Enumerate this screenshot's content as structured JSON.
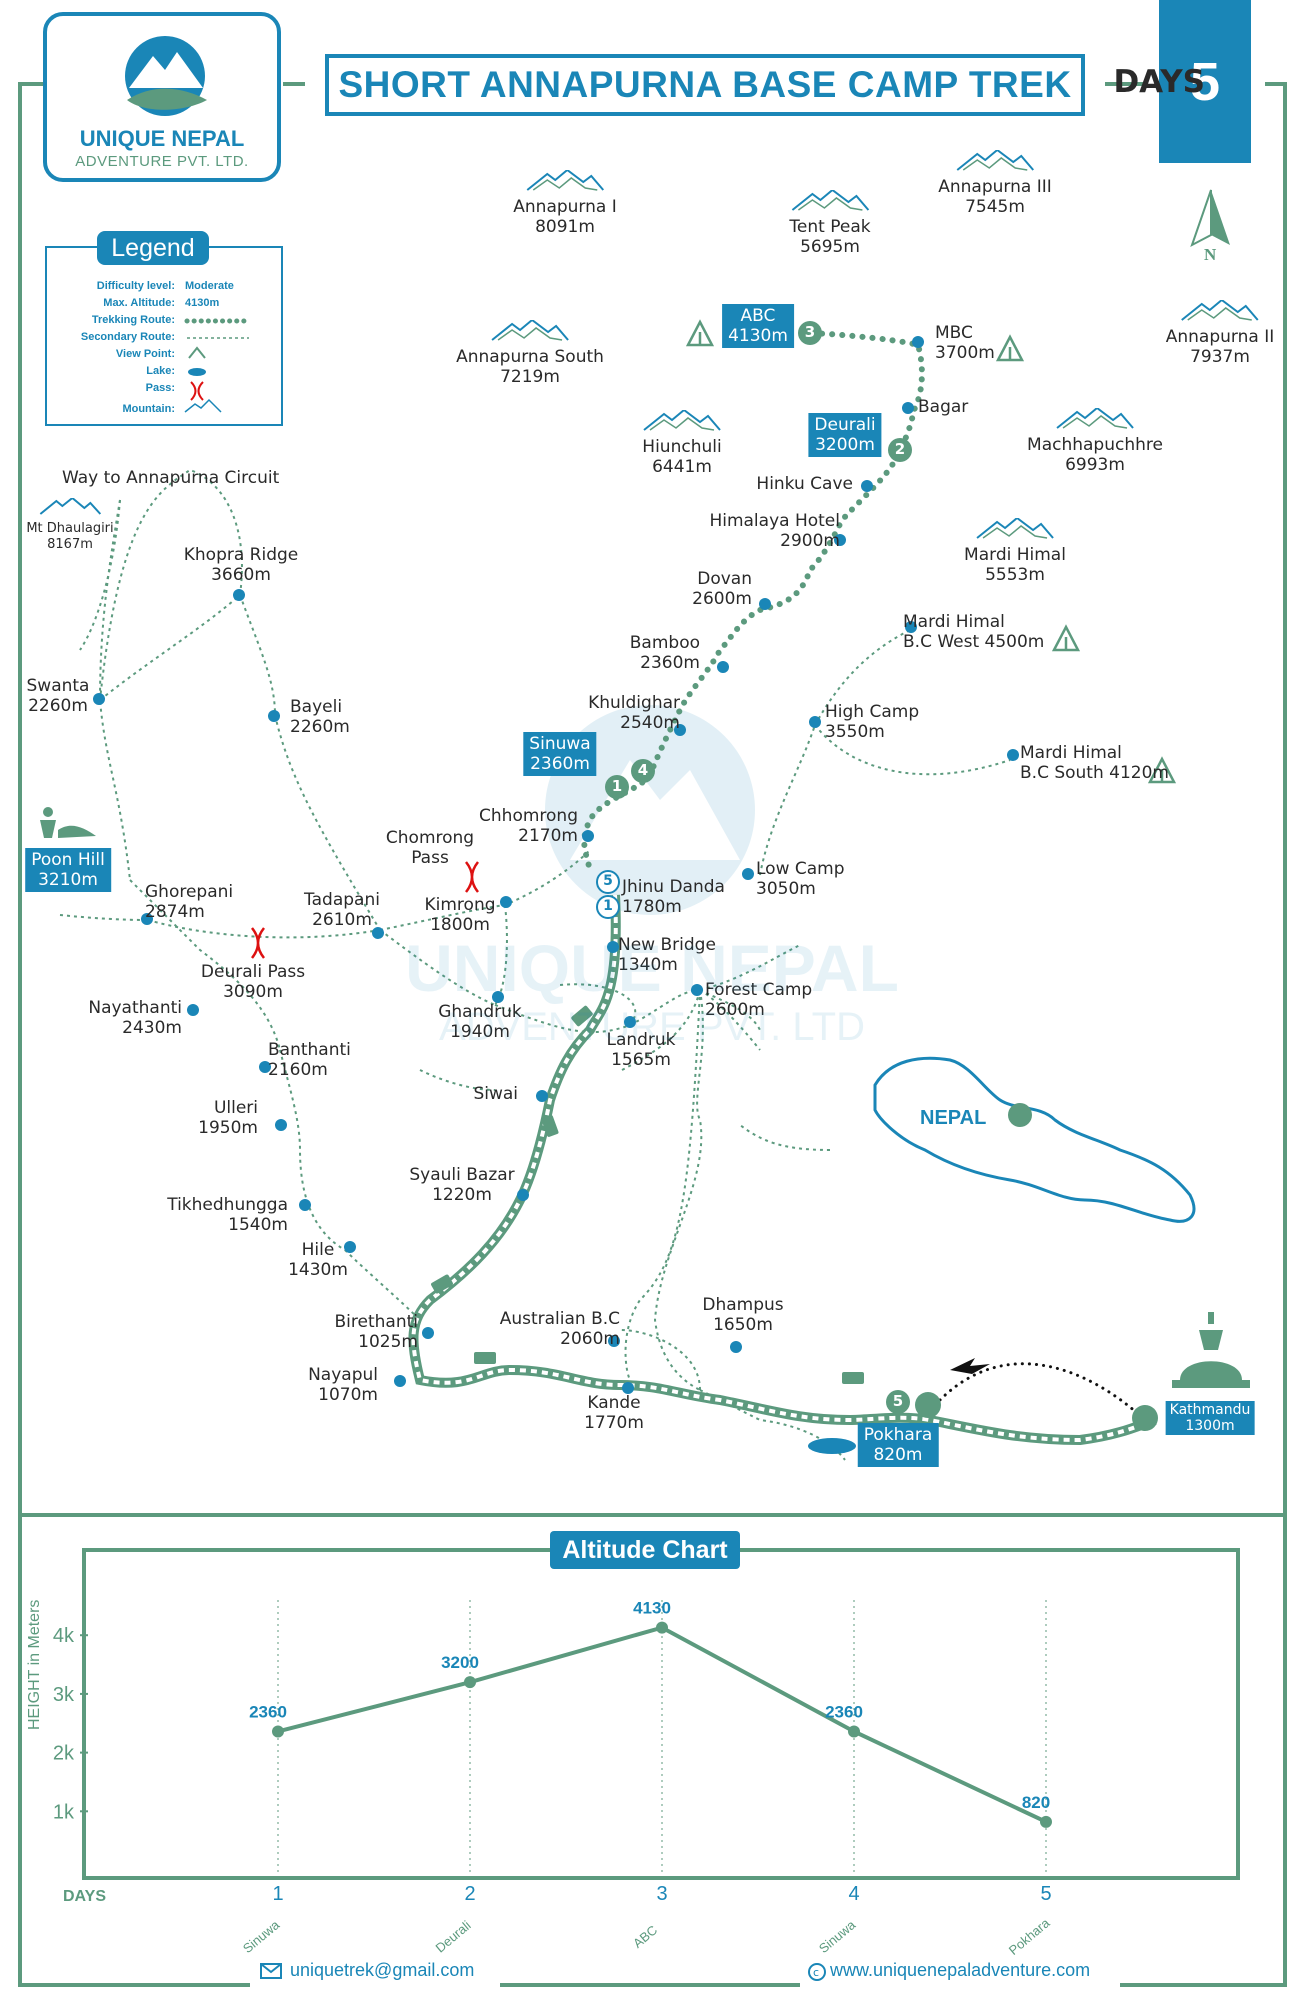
{
  "header": {
    "title": "SHORT ANNAPURNA BASE CAMP TREK",
    "days_number": "5",
    "days_label": "DAYS"
  },
  "logo": {
    "name": "UNIQUE NEPAL",
    "subtitle": "ADVENTURE PVT. LTD."
  },
  "legend": {
    "title": "Legend",
    "rows": [
      {
        "label": "Difficulty level:",
        "value": "Moderate"
      },
      {
        "label": "Max. Altitude:",
        "value": "4130m"
      },
      {
        "label": "Trekking Route:",
        "value": ""
      },
      {
        "label": "Secondary Route:",
        "value": ""
      },
      {
        "label": "View Point:",
        "value": ""
      },
      {
        "label": "Lake:",
        "value": ""
      },
      {
        "label": "Pass:",
        "value": ""
      },
      {
        "label": "Mountain:",
        "value": ""
      }
    ]
  },
  "compass": {
    "label": "N"
  },
  "mountains": [
    {
      "name": "Annapurna I",
      "alt": "8091m"
    },
    {
      "name": "Tent Peak",
      "alt": "5695m"
    },
    {
      "name": "Annapurna III",
      "alt": "7545m"
    },
    {
      "name": "Annapurna II",
      "alt": "7937m"
    },
    {
      "name": "Annapurna South",
      "alt": "7219m"
    },
    {
      "name": "Hiunchuli",
      "alt": "6441m"
    },
    {
      "name": "Machhapuchhre",
      "alt": "6993m"
    },
    {
      "name": "Mardi Himal",
      "alt": "5553m"
    },
    {
      "name": "Mt Dhaulagiri",
      "alt": "8167m"
    }
  ],
  "places": [
    {
      "name": "MBC",
      "alt": "3700m"
    },
    {
      "name": "Bagar",
      "alt": ""
    },
    {
      "name": "Hinku Cave",
      "alt": ""
    },
    {
      "name": "Himalaya Hotel",
      "alt": "2900m"
    },
    {
      "name": "Dovan",
      "alt": "2600m"
    },
    {
      "name": "Bamboo",
      "alt": "2360m"
    },
    {
      "name": "Khuldighar",
      "alt": "2540m"
    },
    {
      "name": "Chhomrong",
      "alt": "2170m"
    },
    {
      "name": "Jhinu Danda",
      "alt": "1780m"
    },
    {
      "name": "New Bridge",
      "alt": "1340m"
    },
    {
      "name": "Landruk",
      "alt": "1565m"
    },
    {
      "name": "Siwai",
      "alt": ""
    },
    {
      "name": "Syauli Bazar",
      "alt": "1220m"
    },
    {
      "name": "Birethanti",
      "alt": "1025m"
    },
    {
      "name": "Nayapul",
      "alt": "1070m"
    },
    {
      "name": "Kande",
      "alt": "1770m"
    },
    {
      "name": "Australian B.C",
      "alt": "2060m"
    },
    {
      "name": "Dhampus",
      "alt": "1650m"
    },
    {
      "name": "Forest Camp",
      "alt": "2600m"
    },
    {
      "name": "Low Camp",
      "alt": "3050m"
    },
    {
      "name": "High Camp",
      "alt": "3550m"
    },
    {
      "name": "Mardi Himal",
      "alt": "B.C West 4500m"
    },
    {
      "name": "Mardi Himal",
      "alt": "B.C South 4120m"
    },
    {
      "name": "Ghandruk",
      "alt": "1940m"
    },
    {
      "name": "Kimrong",
      "alt": "1800m"
    },
    {
      "name": "Chomrong",
      "alt": "Pass"
    },
    {
      "name": "Tadapani",
      "alt": "2610m"
    },
    {
      "name": "Bayeli",
      "alt": "2260m"
    },
    {
      "name": "Khopra Ridge",
      "alt": "3660m"
    },
    {
      "name": "Swanta",
      "alt": "2260m"
    },
    {
      "name": "Ghorepani",
      "alt": "2874m"
    },
    {
      "name": "Deurali Pass",
      "alt": "3090m"
    },
    {
      "name": "Nayathanti",
      "alt": "2430m"
    },
    {
      "name": "Banthanti",
      "alt": "2160m"
    },
    {
      "name": "Ulleri",
      "alt": "1950m"
    },
    {
      "name": "Tikhedhungga",
      "alt": "1540m"
    },
    {
      "name": "Hile",
      "alt": "1430m"
    }
  ],
  "way_to_circuit": "Way to Annapurna Circuit",
  "tags": {
    "abc": {
      "name": "ABC",
      "alt": "4130m"
    },
    "deurali": {
      "name": "Deurali",
      "alt": "3200m"
    },
    "sinuwa": {
      "name": "Sinuwa",
      "alt": "2360m"
    },
    "poonhill": {
      "name": "Poon Hill",
      "alt": "3210m"
    },
    "pokhara": {
      "name": "Pokhara",
      "alt": "820m"
    },
    "kathmandu": {
      "name": "Kathmandu",
      "alt": "1300m"
    }
  },
  "day_markers": [
    "1",
    "2",
    "3",
    "4",
    "5",
    "1",
    "5"
  ],
  "nepal_label": "NEPAL",
  "watermark": {
    "line1": "UNIQUE NEPAL",
    "line2": "ADVENTURE PVT. LTD"
  },
  "chart_data": {
    "type": "line",
    "title": "Altitude Chart",
    "xlabel": "DAYS",
    "ylabel": "HEIGHT in Meters",
    "categories": [
      "1",
      "2",
      "3",
      "4",
      "5"
    ],
    "category_names": [
      "Sinuwa",
      "Deurali",
      "ABC",
      "Sinuwa",
      "Pokhara"
    ],
    "values": [
      2360,
      3200,
      4130,
      2360,
      820
    ],
    "yticks": [
      "1k",
      "2k",
      "3k",
      "4k"
    ],
    "ytick_values": [
      1000,
      2000,
      3000,
      4000
    ],
    "ylim": [
      0,
      4600
    ],
    "color": "#5c9a7e"
  },
  "footer": {
    "email": "uniquetrek@gmail.com",
    "website": "www.uniquenepaladventure.com"
  }
}
